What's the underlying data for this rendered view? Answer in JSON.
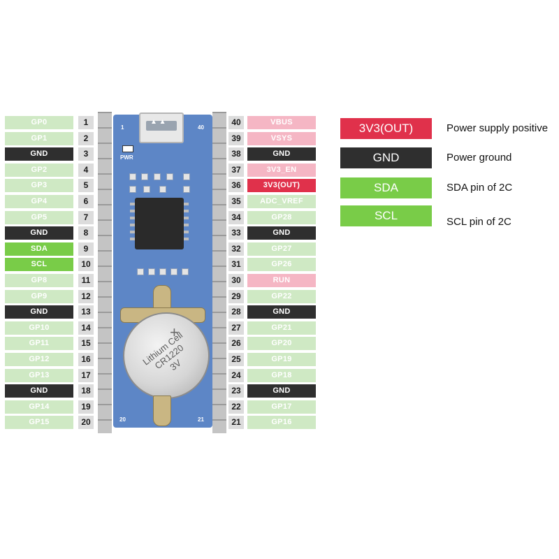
{
  "left_pins": [
    {
      "label": "GP0",
      "num": "1",
      "type": "gpio"
    },
    {
      "label": "GP1",
      "num": "2",
      "type": "gpio"
    },
    {
      "label": "GND",
      "num": "3",
      "type": "gnd"
    },
    {
      "label": "GP2",
      "num": "4",
      "type": "gpio"
    },
    {
      "label": "GP3",
      "num": "5",
      "type": "gpio"
    },
    {
      "label": "GP4",
      "num": "6",
      "type": "gpio"
    },
    {
      "label": "GP5",
      "num": "7",
      "type": "gpio"
    },
    {
      "label": "GND",
      "num": "8",
      "type": "gnd"
    },
    {
      "label": "SDA",
      "num": "9",
      "type": "i2c"
    },
    {
      "label": "SCL",
      "num": "10",
      "type": "i2c"
    },
    {
      "label": "GP8",
      "num": "11",
      "type": "gpio"
    },
    {
      "label": "GP9",
      "num": "12",
      "type": "gpio"
    },
    {
      "label": "GND",
      "num": "13",
      "type": "gnd"
    },
    {
      "label": "GP10",
      "num": "14",
      "type": "gpio"
    },
    {
      "label": "GP11",
      "num": "15",
      "type": "gpio"
    },
    {
      "label": "GP12",
      "num": "16",
      "type": "gpio"
    },
    {
      "label": "GP13",
      "num": "17",
      "type": "gpio"
    },
    {
      "label": "GND",
      "num": "18",
      "type": "gnd"
    },
    {
      "label": "GP14",
      "num": "19",
      "type": "gpio"
    },
    {
      "label": "GP15",
      "num": "20",
      "type": "gpio"
    }
  ],
  "right_pins": [
    {
      "label": "VBUS",
      "num": "40",
      "type": "pwr"
    },
    {
      "label": "VSYS",
      "num": "39",
      "type": "pwr"
    },
    {
      "label": "GND",
      "num": "38",
      "type": "gnd"
    },
    {
      "label": "3V3_EN",
      "num": "37",
      "type": "pwr"
    },
    {
      "label": "3V3(OUT)",
      "num": "36",
      "type": "3v3"
    },
    {
      "label": "ADC_VREF",
      "num": "35",
      "type": "gpio"
    },
    {
      "label": "GP28",
      "num": "34",
      "type": "gpio"
    },
    {
      "label": "GND",
      "num": "33",
      "type": "gnd"
    },
    {
      "label": "GP27",
      "num": "32",
      "type": "gpio"
    },
    {
      "label": "GP26",
      "num": "31",
      "type": "gpio"
    },
    {
      "label": "RUN",
      "num": "30",
      "type": "pwr"
    },
    {
      "label": "GP22",
      "num": "29",
      "type": "gpio"
    },
    {
      "label": "GND",
      "num": "28",
      "type": "gnd"
    },
    {
      "label": "GP21",
      "num": "27",
      "type": "gpio"
    },
    {
      "label": "GP20",
      "num": "26",
      "type": "gpio"
    },
    {
      "label": "GP19",
      "num": "25",
      "type": "gpio"
    },
    {
      "label": "GP18",
      "num": "24",
      "type": "gpio"
    },
    {
      "label": "GND",
      "num": "23",
      "type": "gnd"
    },
    {
      "label": "GP17",
      "num": "22",
      "type": "gpio"
    },
    {
      "label": "GP16",
      "num": "21",
      "type": "gpio"
    }
  ],
  "legend": [
    {
      "box": "3V3(OUT)",
      "text": "Power supply positive",
      "type": "3v3"
    },
    {
      "box": "GND",
      "text": "Power ground",
      "type": "gnd"
    },
    {
      "box": "SDA",
      "text": "SDA pin of 2C",
      "type": "i2c"
    },
    {
      "box": "SCL",
      "text": "SCL pin of 2C",
      "type": "i2c"
    }
  ],
  "board": {
    "corner_1": "1",
    "corner_40": "40",
    "corner_20": "20",
    "corner_21": "21",
    "pwr_label": "PWR",
    "battery_line1": "Lithium Cell",
    "battery_line2": "CR1220",
    "battery_line3": "3V",
    "battery_plus": "+"
  },
  "colors": {
    "gpio": "#cfe9c4",
    "gnd": "#2f2f2f",
    "i2c": "#79cc48",
    "pwr": "#f5b6c4",
    "3v3": "#e0314b",
    "board": "#5d86c6"
  }
}
